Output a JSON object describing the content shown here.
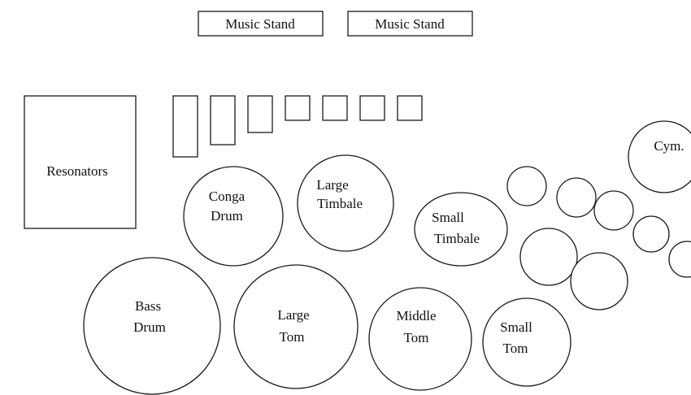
{
  "stands": [
    "Music Stand",
    "Music Stand"
  ],
  "labels": {
    "resonators": "Resonators",
    "conga": [
      "Conga",
      "Drum"
    ],
    "large_timbale": [
      "Large",
      "Timbale"
    ],
    "small_timbale": [
      "Small",
      "Timbale"
    ],
    "cymbal": "Cym.",
    "bass_drum": [
      "Bass",
      "Drum"
    ],
    "large_tom": [
      "Large",
      "Tom"
    ],
    "middle_tom": [
      "Middle",
      "Tom"
    ],
    "small_tom": [
      "Small",
      "Tom"
    ]
  },
  "colors": {
    "stroke": "#1a1a1a",
    "text": "#111111",
    "background": "#ffffff"
  }
}
